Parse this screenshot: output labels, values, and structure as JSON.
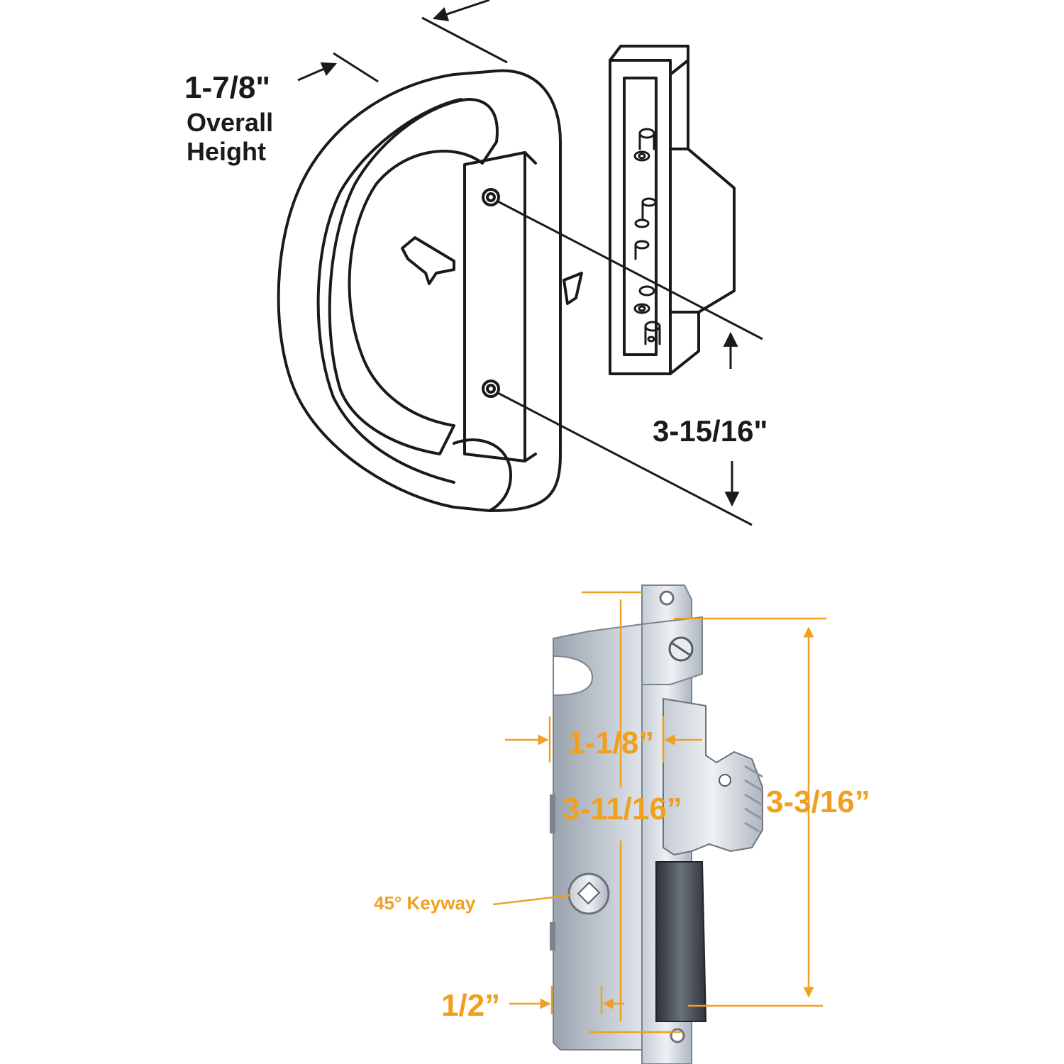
{
  "top_diagram": {
    "labels": {
      "overall_height_value": "1-7/8\"",
      "overall_height_line1": "Overall",
      "overall_height_line2": "Height",
      "hole_spacing": "3-15/16\""
    },
    "colors": {
      "line": "#1a1a1a"
    }
  },
  "bottom_photo": {
    "labels": {
      "width_top": "1-1/8”",
      "mount_center": "3-11/16”",
      "hook_height": "3-3/16”",
      "keyway": "45° Keyway",
      "backset": "1/2”"
    },
    "colors": {
      "dimension": "#f0a020",
      "metal_light": "#dfe3e8",
      "metal_mid": "#b9c0c9",
      "metal_dark": "#4a4f57"
    }
  }
}
